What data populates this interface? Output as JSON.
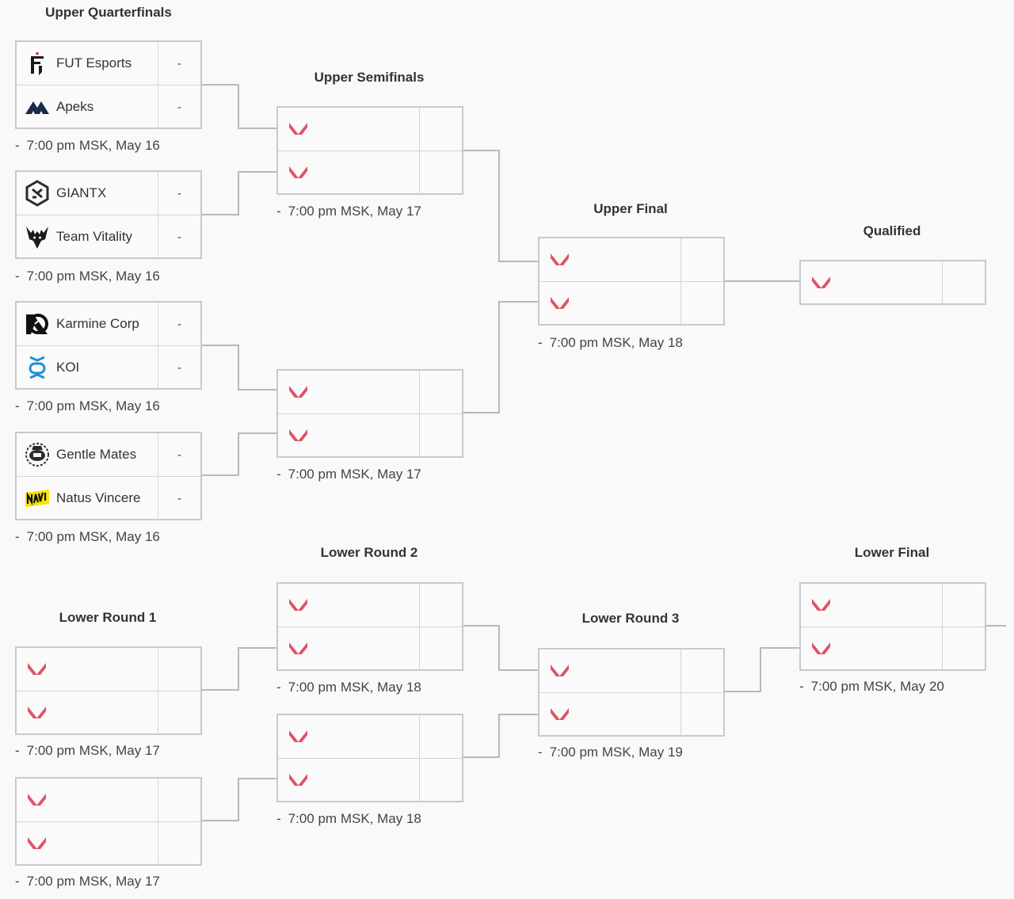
{
  "rounds": {
    "upper_quarterfinals": "Upper Quarterfinals",
    "upper_semifinals": "Upper Semifinals",
    "upper_final": "Upper Final",
    "qualified": "Qualified",
    "lower_round_1": "Lower Round 1",
    "lower_round_2": "Lower Round 2",
    "lower_round_3": "Lower Round 3",
    "lower_final": "Lower Final"
  },
  "score_placeholder": "-",
  "time_dash": "-",
  "matches": {
    "uqf1": {
      "time": "7:00 pm MSK, May 16",
      "teams": [
        {
          "name": "FUT Esports",
          "score": "-",
          "logo": "fut-logo-icon"
        },
        {
          "name": "Apeks",
          "score": "-",
          "logo": "apeks-logo-icon"
        }
      ]
    },
    "uqf2": {
      "time": "7:00 pm MSK, May 16",
      "teams": [
        {
          "name": "GIANTX",
          "score": "-",
          "logo": "giantx-logo-icon"
        },
        {
          "name": "Team Vitality",
          "score": "-",
          "logo": "vitality-logo-icon"
        }
      ]
    },
    "uqf3": {
      "time": "7:00 pm MSK, May 16",
      "teams": [
        {
          "name": "Karmine Corp",
          "score": "-",
          "logo": "karmine-logo-icon"
        },
        {
          "name": "KOI",
          "score": "-",
          "logo": "koi-logo-icon"
        }
      ]
    },
    "uqf4": {
      "time": "7:00 pm MSK, May 16",
      "teams": [
        {
          "name": "Gentle Mates",
          "score": "-",
          "logo": "gentle-mates-logo-icon"
        },
        {
          "name": "Natus Vincere",
          "score": "-",
          "logo": "navi-logo-icon"
        }
      ]
    },
    "usf1": {
      "time": "7:00 pm MSK, May 17"
    },
    "usf2": {
      "time": "7:00 pm MSK, May 17"
    },
    "uf": {
      "time": "7:00 pm MSK, May 18"
    },
    "lr1a": {
      "time": "7:00 pm MSK, May 17"
    },
    "lr1b": {
      "time": "7:00 pm MSK, May 17"
    },
    "lr2a": {
      "time": "7:00 pm MSK, May 18"
    },
    "lr2b": {
      "time": "7:00 pm MSK, May 18"
    },
    "lr3": {
      "time": "7:00 pm MSK, May 19"
    },
    "lf": {
      "time": "7:00 pm MSK, May 20"
    }
  },
  "placeholder_logo": "valorant-logo-icon",
  "colors": {
    "border": "#c9c9c9",
    "connector": "#b8b8b8",
    "valorant_red": "#e05263",
    "koi_blue": "#1f8fd6",
    "navi_yellow": "#f6e500"
  }
}
